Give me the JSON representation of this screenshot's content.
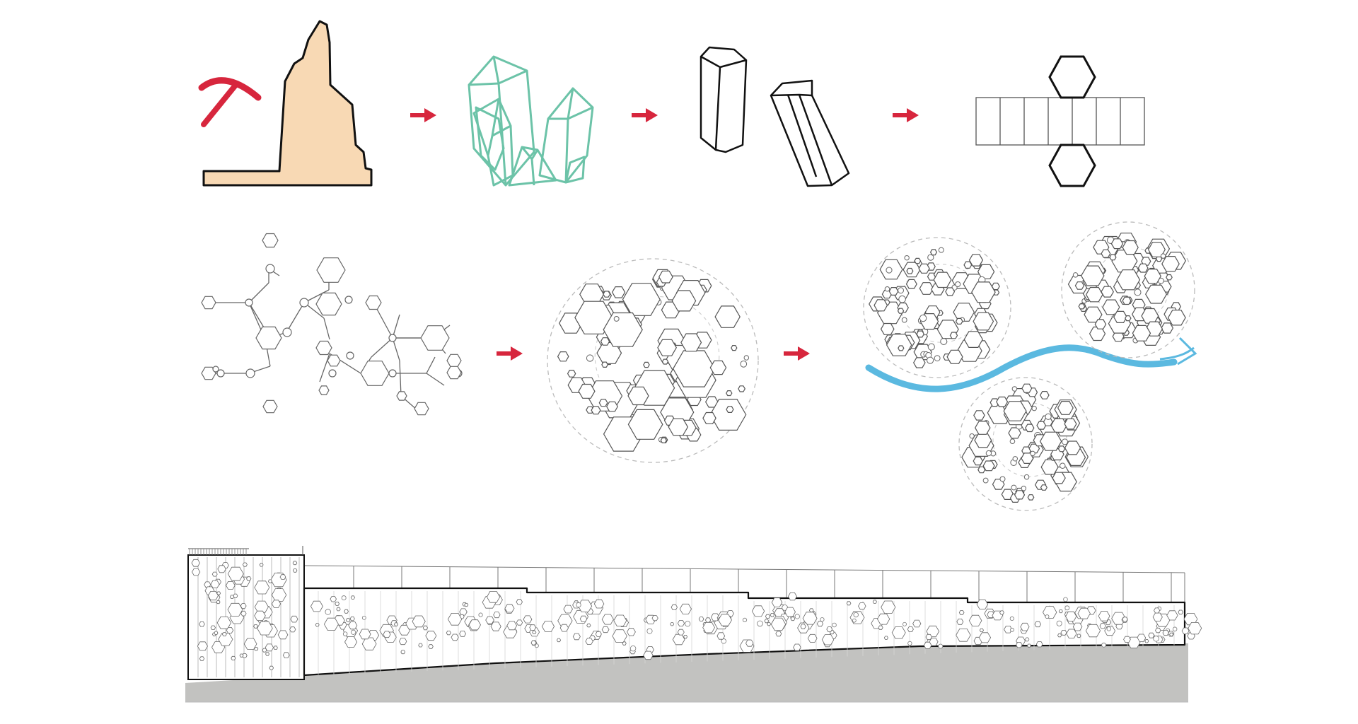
{
  "diagram": {
    "stages": [
      {
        "id": "mine",
        "icon": "pickaxe-icon",
        "label": ""
      },
      {
        "id": "crystal",
        "icon": "crystal-cluster-icon",
        "label": ""
      },
      {
        "id": "prisms",
        "icon": "hexagonal-prism-icon",
        "label": ""
      },
      {
        "id": "prism-net",
        "icon": "prism-net-icon",
        "label": ""
      },
      {
        "id": "molecule",
        "icon": "hex-network-icon",
        "label": ""
      },
      {
        "id": "cluster",
        "icon": "hex-cluster-icon",
        "label": ""
      },
      {
        "id": "flow",
        "icon": "hex-clusters-flow-icon",
        "label": ""
      }
    ],
    "colors": {
      "arrow": "#d7263d",
      "pickaxe": "#d7263d",
      "rock_fill": "#f8d9b4",
      "crystal": "#6cc3a8",
      "flow": "#5bb9e0",
      "ground": "#c2c2c0",
      "line": "#1a1a1a",
      "hex": "#6b6b6b"
    }
  }
}
